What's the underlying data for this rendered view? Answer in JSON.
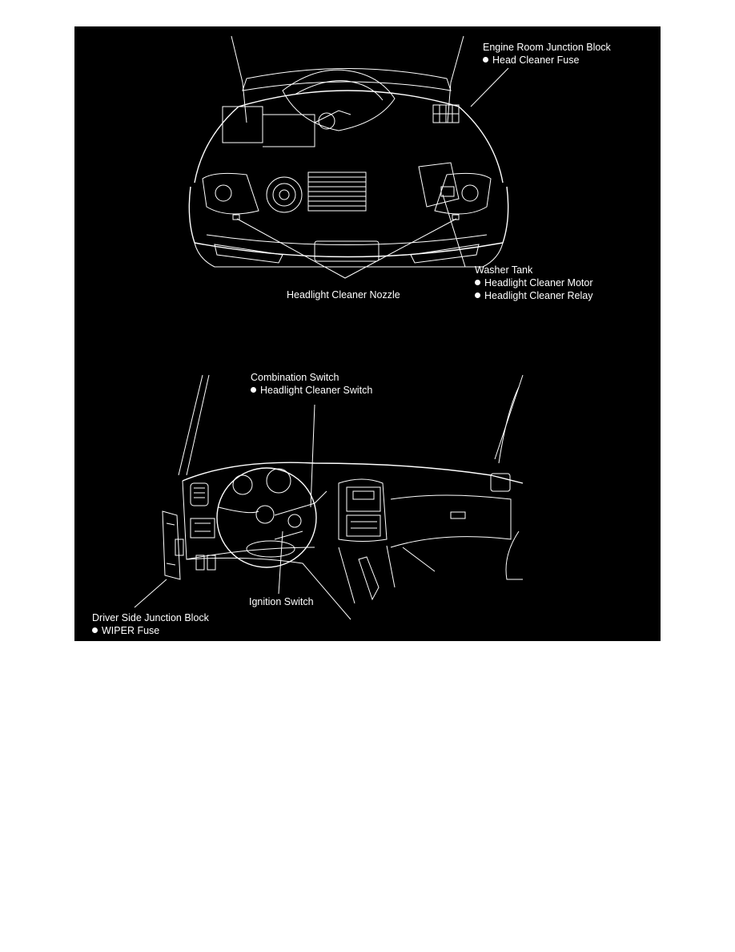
{
  "figure": {
    "background": "#000000",
    "line_color": "#ffffff",
    "engine_view": {
      "callouts": [
        {
          "id": "engine-room-junction-block",
          "title": "Engine Room Junction Block",
          "items": [
            "Head Cleaner Fuse"
          ]
        },
        {
          "id": "washer-tank",
          "title": "Washer Tank",
          "items": [
            "Headlight Cleaner Motor",
            "Headlight Cleaner Relay"
          ]
        },
        {
          "id": "headlight-cleaner-nozzle",
          "title": "Headlight Cleaner Nozzle",
          "items": []
        }
      ]
    },
    "dash_view": {
      "callouts": [
        {
          "id": "combination-switch",
          "title": "Combination Switch",
          "items": [
            "Headlight Cleaner Switch"
          ]
        },
        {
          "id": "ignition-switch",
          "title": "Ignition Switch",
          "items": []
        },
        {
          "id": "driver-side-junction-block",
          "title": "Driver Side Junction Block",
          "items": [
            "WIPER Fuse"
          ]
        }
      ]
    }
  }
}
